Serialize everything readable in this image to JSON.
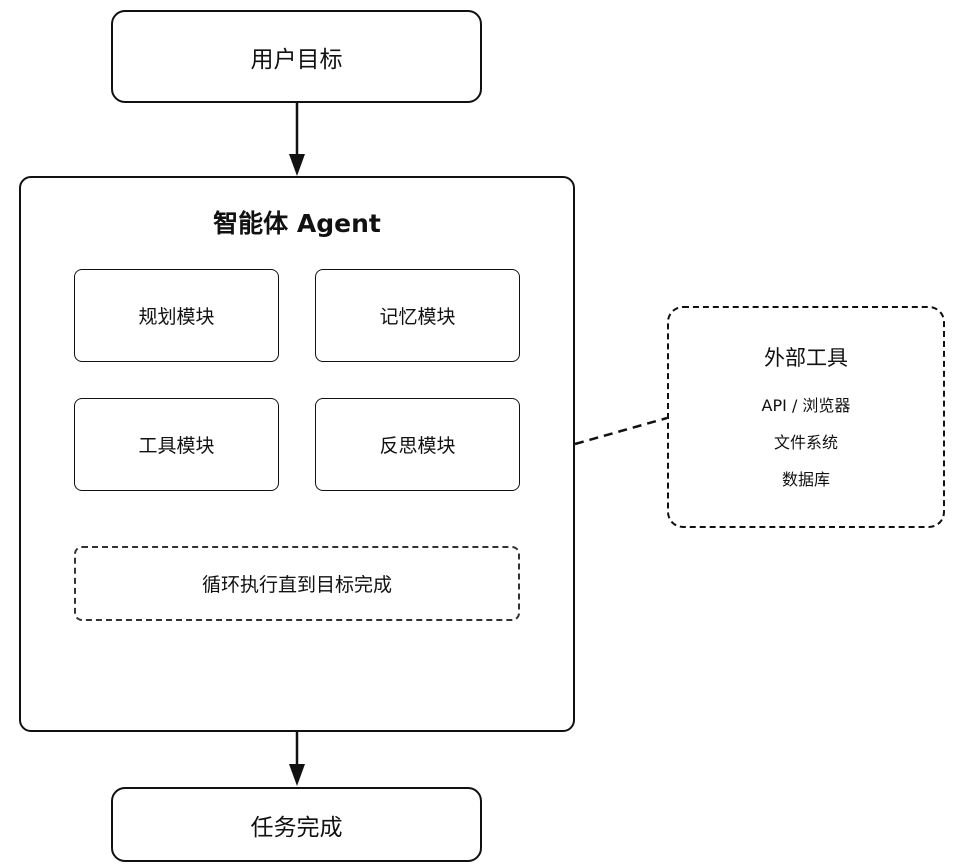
{
  "start": {
    "label": "用户目标"
  },
  "agent": {
    "title": "智能体 Agent",
    "modules": {
      "planning": "规划模块",
      "memory": "记忆模块",
      "tools": "工具模块",
      "reflection": "反思模块"
    },
    "loop": "循环执行直到目标完成"
  },
  "external_tools": {
    "title": "外部工具",
    "items": [
      "API / 浏览器",
      "文件系统",
      "数据库"
    ]
  },
  "end": {
    "label": "任务完成"
  }
}
